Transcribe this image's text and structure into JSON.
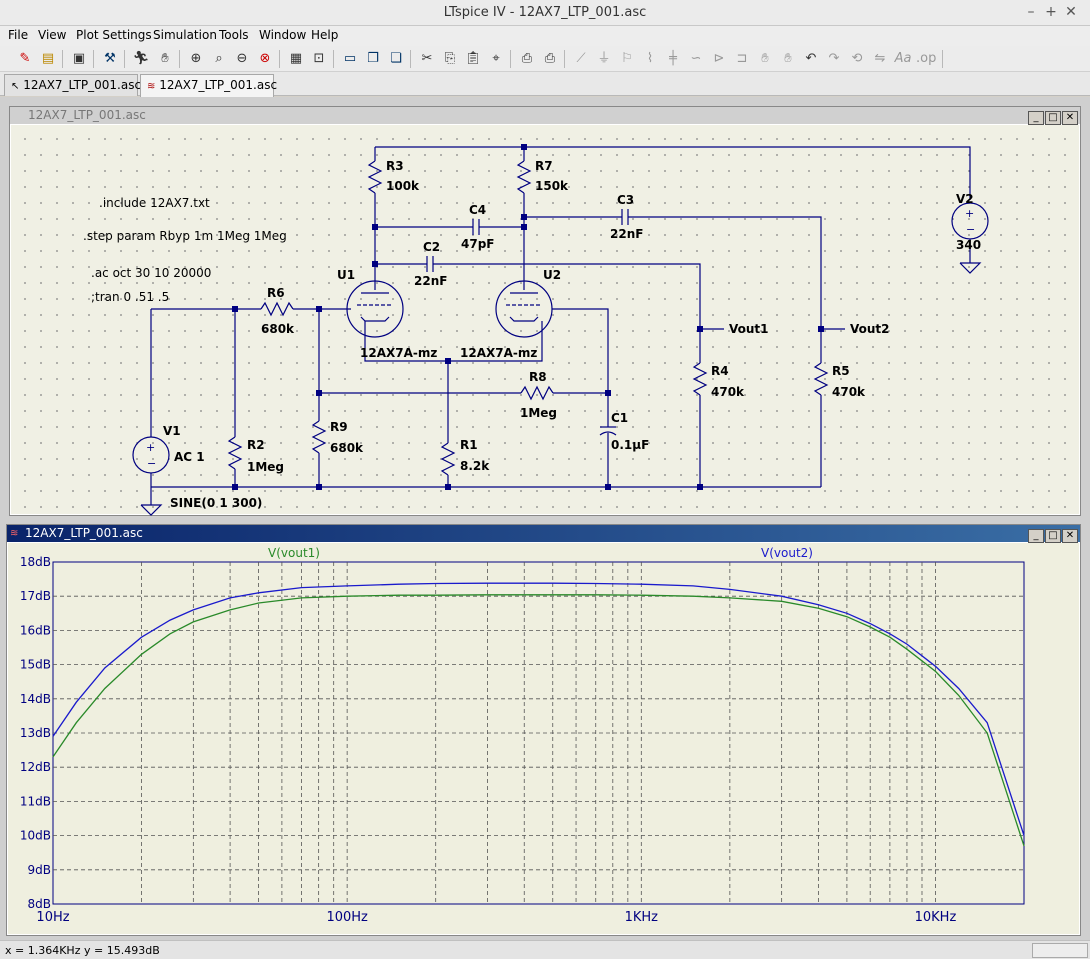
{
  "app": {
    "title": "LTspice IV - 12AX7_LTP_001.asc"
  },
  "menu": {
    "file": "File",
    "view": "View",
    "plot_settings": "Plot Settings",
    "simulation": "Simulation",
    "tools": "Tools",
    "window": "Window",
    "help": "Help"
  },
  "tabs": [
    {
      "label": "12AX7_LTP_001.asc"
    },
    {
      "label": "12AX7_LTP_001.asc"
    }
  ],
  "schematic": {
    "title": "12AX7_LTP_001.asc",
    "directives": {
      "include": ".include 12AX7.txt",
      "step": ".step param Rbyp 1m 1Meg 1Meg",
      "ac": ".ac oct 30 10 20000",
      "tran": ";tran 0 .51 .5"
    },
    "components": {
      "R3": {
        "name": "R3",
        "value": "100k"
      },
      "R7": {
        "name": "R7",
        "value": "150k"
      },
      "C4": {
        "name": "C4",
        "value": "47pF"
      },
      "C3": {
        "name": "C3",
        "value": "22nF"
      },
      "C2": {
        "name": "C2",
        "value": "22nF"
      },
      "R6": {
        "name": "R6",
        "value": "680k"
      },
      "U1": {
        "name": "U1",
        "value": "12AX7A-mz"
      },
      "U2": {
        "name": "U2",
        "value": "12AX7A-mz"
      },
      "V2": {
        "name": "V2",
        "value": "340"
      },
      "R4": {
        "name": "R4",
        "value": "470k"
      },
      "R5": {
        "name": "R5",
        "value": "470k"
      },
      "R8": {
        "name": "R8",
        "value": "1Meg"
      },
      "C1": {
        "name": "C1",
        "value": "0.1µF"
      },
      "V1": {
        "name": "V1",
        "value": "AC 1",
        "extra": "SINE(0 1 300)"
      },
      "R2": {
        "name": "R2",
        "value": "1Meg"
      },
      "R9": {
        "name": "R9",
        "value": "680k"
      },
      "R1": {
        "name": "R1",
        "value": "8.2k"
      }
    },
    "net_labels": {
      "vout1": "Vout1",
      "vout2": "Vout2"
    }
  },
  "plot": {
    "title": "12AX7_LTP_001.asc"
  },
  "chart_data": {
    "type": "line",
    "xscale": "log",
    "xlim": [
      10,
      20000
    ],
    "ylim": [
      8,
      18
    ],
    "grid": true,
    "y_ticks": [
      "18dB",
      "17dB",
      "16dB",
      "15dB",
      "14dB",
      "13dB",
      "12dB",
      "11dB",
      "10dB",
      "9dB",
      "8dB"
    ],
    "y_tick_values": [
      18,
      17,
      16,
      15,
      14,
      13,
      12,
      11,
      10,
      9,
      8
    ],
    "x_ticks": [
      "10Hz",
      "100Hz",
      "1KHz",
      "10KHz"
    ],
    "x_tick_values": [
      10,
      100,
      1000,
      10000
    ],
    "series": [
      {
        "name": "V(vout1)",
        "color": "#2a8a2a",
        "x": [
          10,
          12,
          15,
          20,
          25,
          30,
          40,
          50,
          70,
          100,
          150,
          200,
          300,
          500,
          700,
          1000,
          1500,
          2000,
          3000,
          4000,
          5000,
          6000,
          7000,
          8000,
          10000,
          12000,
          15000,
          20000
        ],
        "y": [
          12.3,
          13.3,
          14.3,
          15.3,
          15.9,
          16.25,
          16.6,
          16.8,
          16.95,
          17.0,
          17.03,
          17.03,
          17.04,
          17.04,
          17.04,
          17.03,
          17.0,
          16.95,
          16.85,
          16.65,
          16.4,
          16.1,
          15.8,
          15.45,
          14.8,
          14.1,
          13.0,
          9.7
        ]
      },
      {
        "name": "V(vout2)",
        "color": "#1a1acc",
        "x": [
          10,
          12,
          15,
          20,
          25,
          30,
          40,
          50,
          70,
          100,
          150,
          200,
          300,
          500,
          700,
          1000,
          1500,
          2000,
          3000,
          4000,
          5000,
          6000,
          7000,
          8000,
          10000,
          12000,
          15000,
          20000
        ],
        "y": [
          12.9,
          13.9,
          14.9,
          15.8,
          16.3,
          16.6,
          16.95,
          17.1,
          17.25,
          17.3,
          17.35,
          17.37,
          17.38,
          17.38,
          17.37,
          17.35,
          17.3,
          17.2,
          17.0,
          16.75,
          16.5,
          16.2,
          15.9,
          15.6,
          14.95,
          14.3,
          13.3,
          10.0
        ]
      }
    ]
  },
  "status": {
    "x_readout": "x = 1.364KHz",
    "y_readout": "y = 15.493dB"
  }
}
